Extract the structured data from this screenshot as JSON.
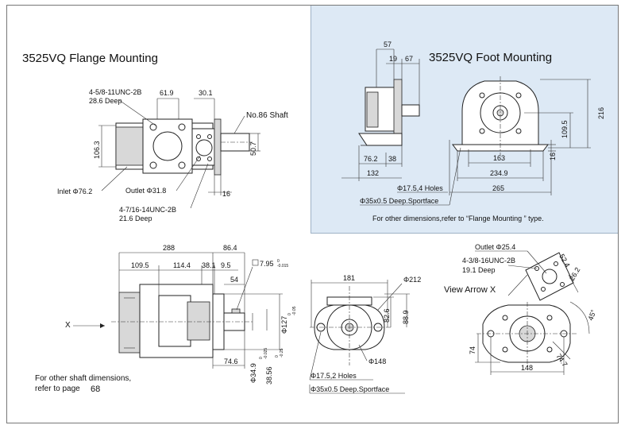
{
  "titles": {
    "flange": "3525VQ Flange Mounting",
    "foot": "3525VQ Foot Mounting",
    "arrow_view": "View Arrow X"
  },
  "flange_mounting": {
    "thread_top": "4-5/8-11UNC-2B",
    "thread_top_depth": "28.6 Deep",
    "dim_61_9": "61.9",
    "dim_30_1": "30.1",
    "shaft_label": "No.86 Shaft",
    "dim_106_3": "106.3",
    "dim_50_7": "50.7",
    "inlet": "Inlet Φ76.2",
    "outlet": "Outlet Φ31.8",
    "dim_16": "16",
    "thread_bottom": "4-7/16-14UNC-2B",
    "thread_bottom_depth": "21.6 Deep"
  },
  "foot_mounting": {
    "dim_57": "57",
    "dim_19": "19",
    "dim_67": "67",
    "dim_216": "216",
    "dim_109_5": "109.5",
    "dim_76_2": "76.2",
    "dim_38": "38",
    "dim_163": "163",
    "dim_16": "16",
    "dim_132": "132",
    "dim_234_9": "234.9",
    "holes": "Φ17.5,4 Holes",
    "dim_265": "265",
    "sportface": "Φ35x0.5 Deep.Sportface",
    "note": "For other  dimensions,refer to  “Flange Mounting ” type."
  },
  "side_view": {
    "dim_288": "288",
    "dim_86_4": "86.4",
    "dim_109_5": "109.5",
    "dim_114_4": "114.4",
    "dim_38_1": "38.1",
    "dim_9_5": "9.5",
    "dim_key": "7.95",
    "dim_key_tol": "0\n-0.015",
    "dim_54": "54",
    "x_label": "X",
    "dim_74_6": "74.6",
    "dim_34_9": "Φ34.9",
    "dim_34_9_tol": "0\n-0.025",
    "dim_38_56": "38.56",
    "dim_38_56_tol": "0\n-0.25",
    "dim_127": "Φ127",
    "dim_127_tol": "0\n-0.05",
    "note_line1": "For other shaft dimensions,",
    "note_line2": "refer to page",
    "note_page": "68"
  },
  "front_view": {
    "dim_181": "181",
    "dim_212": "Φ212",
    "dim_82_6": "82.6",
    "dim_88_9": "88.9",
    "dim_148": "Φ148",
    "holes": "Φ17.5,2 Holes",
    "sportface": "Φ35x0.5 Deep.Sportface"
  },
  "arrow_x_view": {
    "outlet": "Outlet Φ25.4",
    "dim_52_4": "52.4",
    "thread": "4-3/8-16UNC-2B",
    "thread_depth": "19.1 Deep",
    "dim_26_2": "26.2",
    "dim_45": "45°",
    "dim_74": "74",
    "dim_74_7": "74.7",
    "dim_148": "148"
  }
}
